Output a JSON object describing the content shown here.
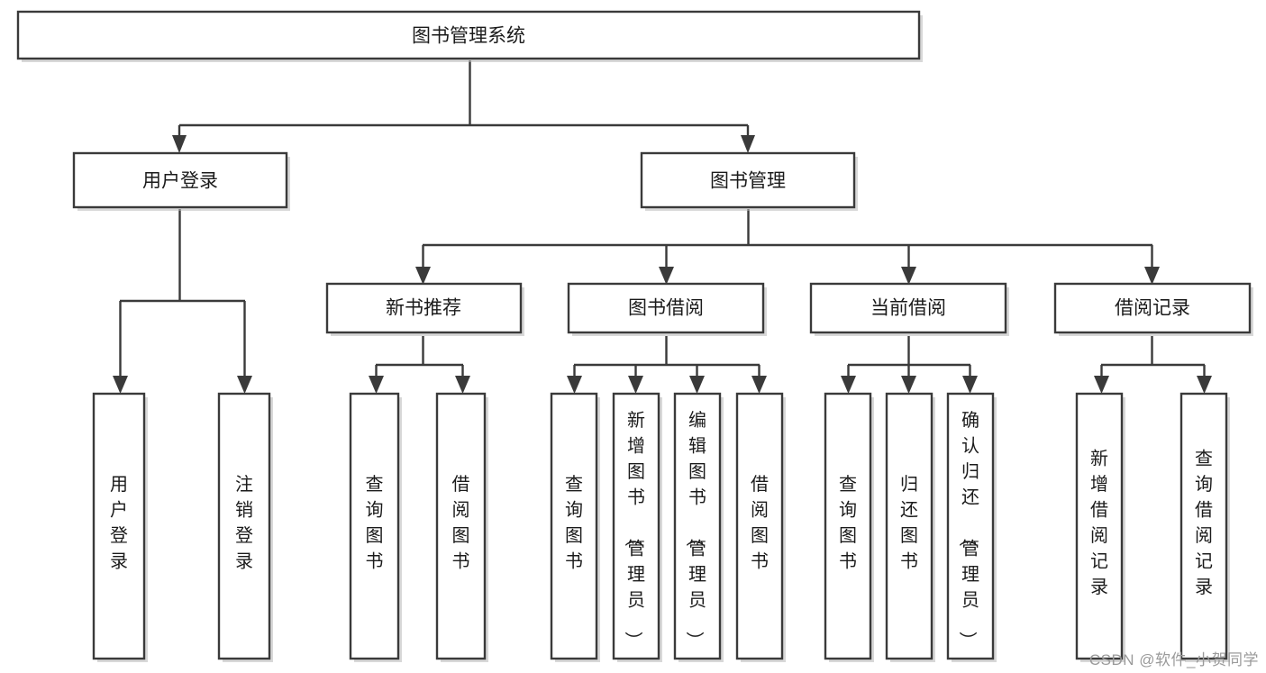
{
  "diagram": {
    "type": "tree",
    "orientation": "top-down",
    "title": "图书管理系统",
    "style": {
      "box_fill": "#ffffff",
      "box_stroke": "#3a3a3a",
      "connector_color": "#3a3a3a",
      "text_color": "#1b1b1b",
      "background": "#ffffff",
      "watermark_color": "#9a9a9a"
    },
    "root": {
      "id": "root",
      "label": "图书管理系统",
      "orientation": "horizontal"
    },
    "level2": [
      {
        "id": "user-login",
        "label": "用户登录",
        "orientation": "horizontal"
      },
      {
        "id": "book-manage",
        "label": "图书管理",
        "orientation": "horizontal"
      }
    ],
    "level3": [
      {
        "id": "new-book-recommend",
        "label": "新书推荐",
        "parent": "book-manage",
        "orientation": "horizontal"
      },
      {
        "id": "book-borrow",
        "label": "图书借阅",
        "parent": "book-manage",
        "orientation": "horizontal"
      },
      {
        "id": "current-borrow",
        "label": "当前借阅",
        "parent": "book-manage",
        "orientation": "horizontal"
      },
      {
        "id": "borrow-record",
        "label": "借阅记录",
        "parent": "book-manage",
        "orientation": "horizontal"
      }
    ],
    "leaves": [
      {
        "id": "leaf-user-login",
        "label": "用户登录",
        "parent": "user-login",
        "orientation": "vertical"
      },
      {
        "id": "leaf-logout-login",
        "label": "注销登录",
        "parent": "user-login",
        "orientation": "vertical"
      },
      {
        "id": "leaf-query-book-1",
        "label": "查询图书",
        "parent": "new-book-recommend",
        "orientation": "vertical"
      },
      {
        "id": "leaf-borrow-book-1",
        "label": "借阅图书",
        "parent": "new-book-recommend",
        "orientation": "vertical"
      },
      {
        "id": "leaf-query-book-2",
        "label": "查询图书",
        "parent": "book-borrow",
        "orientation": "vertical"
      },
      {
        "id": "leaf-add-book",
        "label": "新增图书（管理员）",
        "parent": "book-borrow",
        "orientation": "vertical"
      },
      {
        "id": "leaf-edit-book",
        "label": "编辑图书（管理员）",
        "parent": "book-borrow",
        "orientation": "vertical"
      },
      {
        "id": "leaf-borrow-book-2",
        "label": "借阅图书",
        "parent": "book-borrow",
        "orientation": "vertical"
      },
      {
        "id": "leaf-query-book-3",
        "label": "查询图书",
        "parent": "current-borrow",
        "orientation": "vertical"
      },
      {
        "id": "leaf-return-book",
        "label": "归还图书",
        "parent": "current-borrow",
        "orientation": "vertical"
      },
      {
        "id": "leaf-confirm-return",
        "label": "确认归还（管理员）",
        "parent": "current-borrow",
        "orientation": "vertical"
      },
      {
        "id": "leaf-add-record",
        "label": "新增借阅记录",
        "parent": "borrow-record",
        "orientation": "vertical"
      },
      {
        "id": "leaf-query-record",
        "label": "查询借阅记录",
        "parent": "borrow-record",
        "orientation": "vertical"
      }
    ]
  },
  "watermark": {
    "text": "CSDN @软件_小贺同学"
  }
}
